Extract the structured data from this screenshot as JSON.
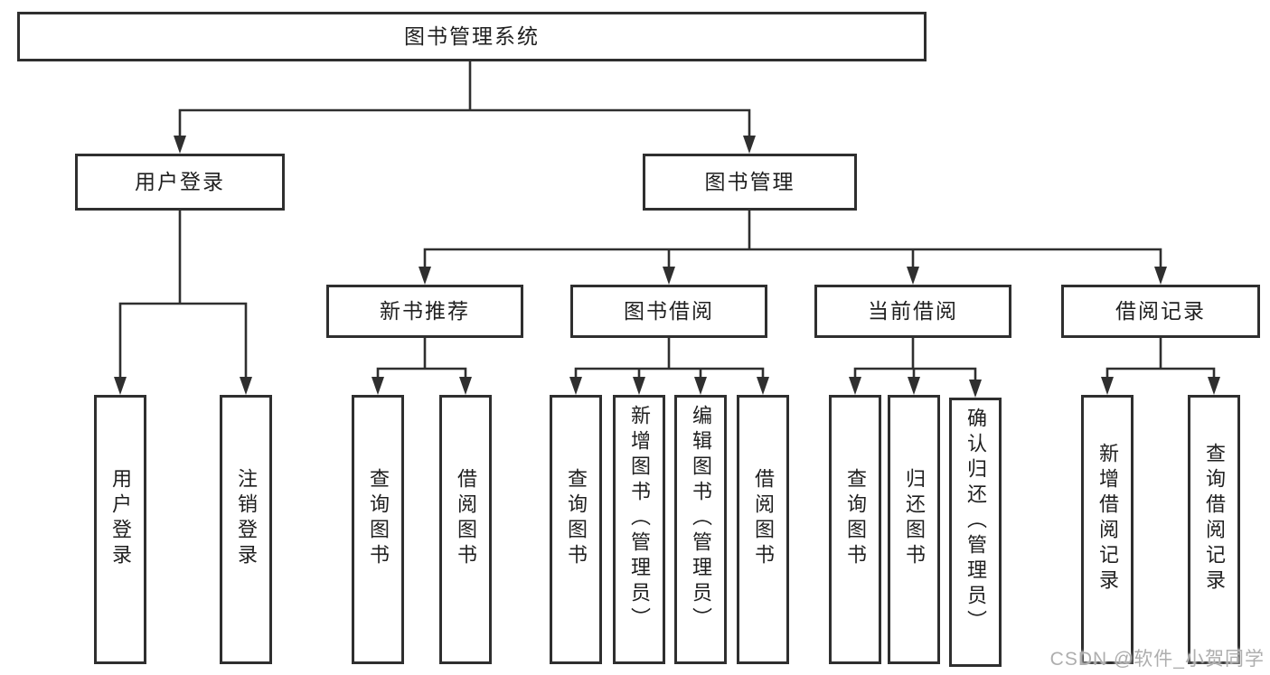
{
  "nodes": {
    "root": {
      "label": "图书管理系统"
    },
    "user_login": {
      "label": "用户登录"
    },
    "book_mgmt": {
      "label": "图书管理"
    },
    "new_book_rec": {
      "label": "新书推荐"
    },
    "book_borrow": {
      "label": "图书借阅"
    },
    "current_borrow": {
      "label": "当前借阅"
    },
    "borrow_record": {
      "label": "借阅记录"
    },
    "leaf_user_login": {
      "label": "用户登录"
    },
    "leaf_logout": {
      "label": "注销登录"
    },
    "leaf_query_book_rec": {
      "label": "查询图书"
    },
    "leaf_borrow_book_rec": {
      "label": "借阅图书"
    },
    "leaf_query_book_borrow": {
      "label": "查询图书"
    },
    "leaf_add_book": {
      "label": "新增图书（管理员）"
    },
    "leaf_edit_book": {
      "label": "编辑图书（管理员）"
    },
    "leaf_borrow_book_borrow": {
      "label": "借阅图书"
    },
    "leaf_query_book_current": {
      "label": "查询图书"
    },
    "leaf_return_book": {
      "label": "归还图书"
    },
    "leaf_confirm_return": {
      "label": "确认归还（管理员）"
    },
    "leaf_add_borrow_record": {
      "label": "新增借阅记录"
    },
    "leaf_query_borrow_record": {
      "label": "查询借阅记录"
    }
  },
  "watermark": {
    "text": "CSDN @软件_小贺同学"
  },
  "colors": {
    "line": "#2f2f2f",
    "box_border": "#2f2f2f",
    "box_fill": "#ffffff",
    "label": "#1f1f1f",
    "watermark": "#aeaeae",
    "background": "#ffffff"
  }
}
